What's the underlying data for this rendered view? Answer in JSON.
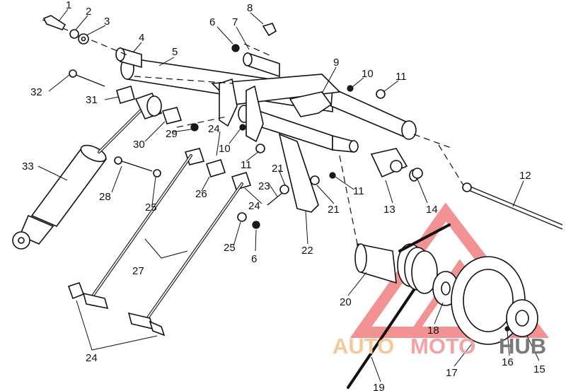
{
  "callouts": [
    {
      "id": "1",
      "label": "1"
    },
    {
      "id": "2",
      "label": "2"
    },
    {
      "id": "3",
      "label": "3"
    },
    {
      "id": "4",
      "label": "4"
    },
    {
      "id": "5",
      "label": "5"
    },
    {
      "id": "6a",
      "label": "6"
    },
    {
      "id": "7",
      "label": "7"
    },
    {
      "id": "8",
      "label": "8"
    },
    {
      "id": "9",
      "label": "9"
    },
    {
      "id": "10a",
      "label": "10"
    },
    {
      "id": "11a",
      "label": "11"
    },
    {
      "id": "12",
      "label": "12"
    },
    {
      "id": "13",
      "label": "13"
    },
    {
      "id": "14",
      "label": "14"
    },
    {
      "id": "15",
      "label": "15"
    },
    {
      "id": "16",
      "label": "16"
    },
    {
      "id": "17",
      "label": "17"
    },
    {
      "id": "18",
      "label": "18"
    },
    {
      "id": "19",
      "label": "19"
    },
    {
      "id": "20",
      "label": "20"
    },
    {
      "id": "21a",
      "label": "21"
    },
    {
      "id": "21b",
      "label": "21"
    },
    {
      "id": "22",
      "label": "22"
    },
    {
      "id": "23",
      "label": "23"
    },
    {
      "id": "24a",
      "label": "24"
    },
    {
      "id": "24b",
      "label": "24"
    },
    {
      "id": "24c",
      "label": "24"
    },
    {
      "id": "25a",
      "label": "25"
    },
    {
      "id": "25b",
      "label": "25"
    },
    {
      "id": "26",
      "label": "26"
    },
    {
      "id": "27",
      "label": "27"
    },
    {
      "id": "28",
      "label": "28"
    },
    {
      "id": "29",
      "label": "29"
    },
    {
      "id": "30",
      "label": "30"
    },
    {
      "id": "31",
      "label": "31"
    },
    {
      "id": "32",
      "label": "32"
    },
    {
      "id": "33",
      "label": "33"
    },
    {
      "id": "6b",
      "label": "6"
    },
    {
      "id": "10b",
      "label": "10"
    },
    {
      "id": "11b",
      "label": "11"
    },
    {
      "id": "11c",
      "label": "11"
    }
  ],
  "watermark": {
    "part1": "AUTO",
    "part2": "MOTO",
    "part3": "HUB",
    "colors": {
      "triangle": "#f08080",
      "auto": "#f3c99a",
      "moto": "#f2a3a3",
      "hub": "#7a7a7a"
    }
  }
}
